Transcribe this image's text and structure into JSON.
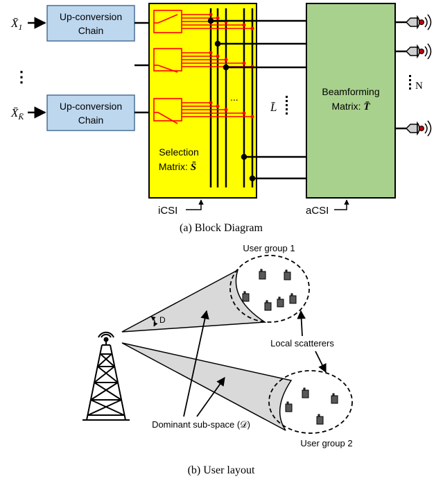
{
  "block_diagram": {
    "input_1": {
      "symbol": "X̄",
      "subscript": "1"
    },
    "input_k": {
      "symbol": "X̄",
      "subscript": "K̄"
    },
    "vertical_ellipsis": "⋮",
    "chain_line1": "Up-conversion",
    "chain_line2": "Chain",
    "selection_line1": "Selection",
    "selection_line2": "Matrix: ",
    "selection_symbol": "S̄",
    "dots": "...",
    "l_symbol": "L̄",
    "beam_line1": "Beamforming",
    "beam_line2": "Matrix: ",
    "beam_symbol": "T̄",
    "n_label": "N",
    "icsi": "iCSI",
    "acsi": "aCSI",
    "caption": "(a) Block Diagram",
    "colors": {
      "chain_box": "#bdd7ee",
      "selection_box": "#ffff00",
      "beam_box": "#a9d18e",
      "switch": "#ff0000",
      "antenna": "#c00000"
    }
  },
  "user_layout": {
    "group1": "User group 1",
    "group2": "User group 2",
    "angle": "D",
    "scatterers": "Local scatterers",
    "subspace": "Dominant sub-space (𝒟)",
    "caption": "(b) User layout",
    "colors": {
      "beam_fill": "#d9d9d9",
      "device": "#595959"
    }
  }
}
